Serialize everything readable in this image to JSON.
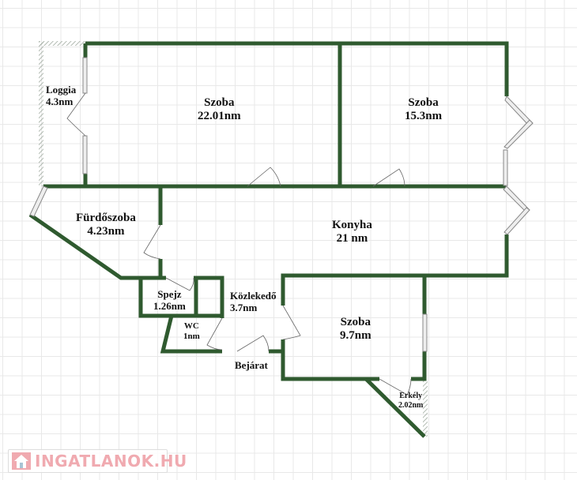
{
  "rooms": [
    {
      "name": "Loggia",
      "area": "4.3nm"
    },
    {
      "name": "Szoba",
      "area": "22.01nm"
    },
    {
      "name": "Szoba",
      "area": "15.3nm"
    },
    {
      "name": "Fürdőszoba",
      "area": "4.23nm"
    },
    {
      "name": "Konyha",
      "area": "21 nm"
    },
    {
      "name": "Spejz",
      "area": "1.26nm"
    },
    {
      "name": "Közlekedő",
      "area": "3.7nm"
    },
    {
      "name": "WC",
      "area": "1nm"
    },
    {
      "name": "Szoba",
      "area": "9.7nm"
    },
    {
      "name": "Erkély",
      "area": "2.02nm"
    }
  ],
  "entrance": "Bejárat",
  "logo": "INGATLANOK.HU",
  "colors": {
    "wall": "#2f5a2f",
    "logo": "#f0aab0"
  }
}
